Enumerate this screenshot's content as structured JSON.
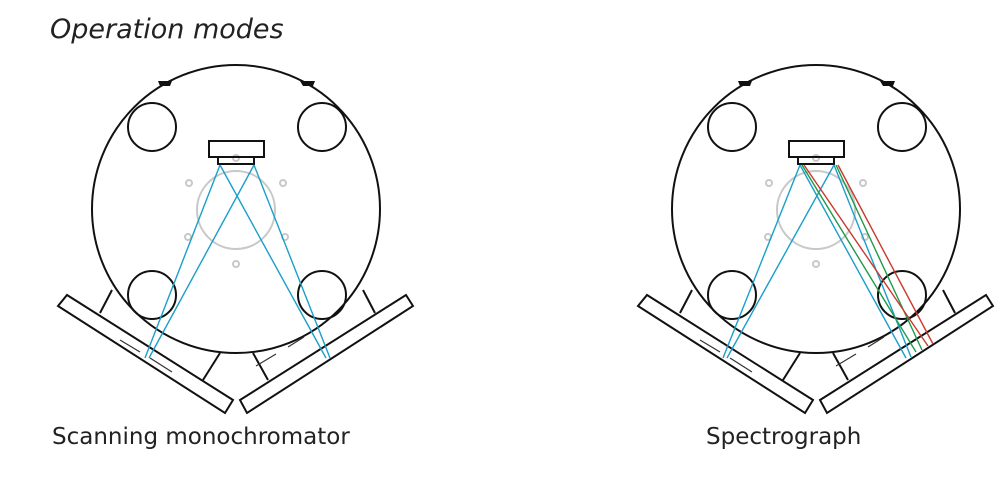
{
  "title": "Operation modes",
  "diagrams": [
    {
      "caption": "Scanning monochromator"
    },
    {
      "caption": "Spectrograph"
    }
  ],
  "colors": {
    "beam_blue": "#1a9fc9",
    "beam_green": "#1f9a4a",
    "beam_red": "#c83a2e"
  }
}
